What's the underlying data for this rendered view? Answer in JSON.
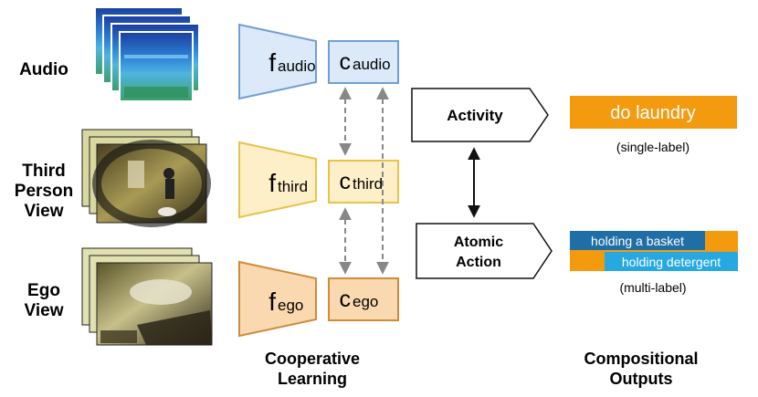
{
  "inputs": {
    "audio": "Audio",
    "third": [
      "Third",
      "Person",
      "View"
    ],
    "ego": [
      "Ego",
      "View"
    ]
  },
  "encoders": {
    "audio": {
      "f": "f",
      "sub": "audio",
      "color": "#dce9f8",
      "stroke": "#6f9fd6"
    },
    "third": {
      "f": "f",
      "sub": "third",
      "color": "#fdf0c8",
      "stroke": "#e8c24a"
    },
    "ego": {
      "f": "f",
      "sub": "ego",
      "color": "#fbd9b0",
      "stroke": "#d18a38"
    }
  },
  "concepts": {
    "audio": {
      "c": "c",
      "sub": "audio"
    },
    "third": {
      "c": "c",
      "sub": "third"
    },
    "ego": {
      "c": "c",
      "sub": "ego"
    }
  },
  "outputs": {
    "activity": "Activity",
    "atomic": [
      "Atomic",
      "Action"
    ],
    "activity_label": "do laundry",
    "activity_note": "(single-label)",
    "atomic_label_1": "holding a basket",
    "atomic_label_2": "holding detergent",
    "atomic_note": "(multi-label)"
  },
  "footer": {
    "coop": [
      "Cooperative",
      "Learning"
    ],
    "comp": [
      "Compositional",
      "Outputs"
    ]
  },
  "colors": {
    "orange": "#f39a0f",
    "dark_blue": "#1f6fa6",
    "light_blue": "#27a8e0"
  }
}
